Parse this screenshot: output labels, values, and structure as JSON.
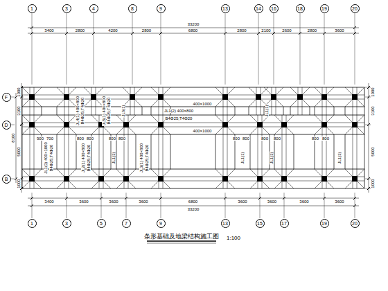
{
  "diagram": {
    "title": "条形基础及地梁结构施工图",
    "nodes": [
      {
        "text": [
          "1"
        ]
      },
      {
        "text": [
          "3"
        ]
      },
      {
        "text": [
          "4"
        ]
      },
      {
        "text": [
          "8"
        ]
      },
      {
        "text": [
          "9"
        ]
      },
      {
        "text": [
          "13"
        ]
      },
      {
        "text": [
          "14"
        ]
      },
      {
        "text": [
          "16"
        ]
      },
      {
        "text": [
          "18"
        ]
      },
      {
        "text": [
          "19"
        ]
      },
      {
        "text": [
          "20"
        ]
      },
      {
        "text": [
          "1"
        ]
      },
      {
        "text": [
          "3"
        ]
      },
      {
        "text": [
          "5"
        ]
      },
      {
        "text": [
          "7"
        ]
      },
      {
        "text": [
          "9"
        ]
      },
      {
        "text": [
          "13"
        ]
      },
      {
        "text": [
          "15"
        ]
      },
      {
        "text": [
          "17"
        ]
      },
      {
        "text": [
          "19"
        ]
      },
      {
        "text": [
          "20"
        ]
      },
      {
        "text": [
          "F"
        ]
      },
      {
        "text": [
          "D"
        ]
      },
      {
        "text": [
          "B"
        ]
      }
    ],
    "labels": [
      "3400",
      "2800",
      "4200",
      "2800",
      "6800",
      "2800",
      "2100",
      "2600",
      "2800",
      "3600",
      "33200",
      "3400",
      "3600",
      "3600",
      "3600",
      "6800",
      "3600",
      "3600",
      "3600",
      "3600",
      "33200",
      "1000",
      "3100",
      "5000",
      "1000",
      "8100",
      "1000",
      "3100",
      "5000",
      "1000",
      "400×1000",
      "400×1000",
      "JL1(2) 400×800",
      "B4Φ25;T4Φ20",
      "JL1(3) 400×1000",
      "B4Φ25;T4Φ20",
      "JL2(1) 400×800",
      "B4Φ25;T4Φ20",
      "JL1(3)",
      "JL3(1) 400×800",
      "B4Φ25;T4Φ20",
      "JL1(1)",
      "JL1(3)",
      "JL1(3)",
      "JL4(1) 400×800",
      "B4Φ25;T4Φ20",
      "JL5(1) 400×800",
      "B4Φ25;T4Φ20",
      "JL6(1)",
      "JL1(1)",
      "900",
      "700",
      "800",
      "800",
      "800",
      "800",
      "800",
      "800",
      "800",
      "800",
      "800",
      "800",
      "1:100"
    ]
  }
}
